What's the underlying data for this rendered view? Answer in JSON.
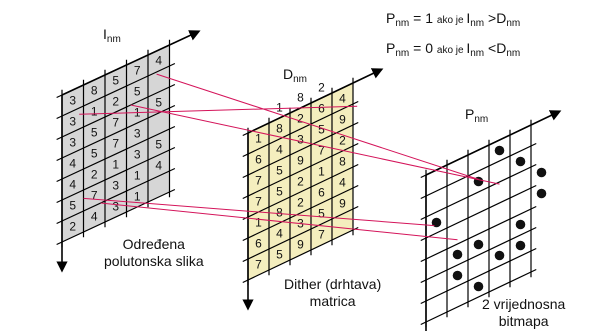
{
  "rule1": {
    "p": "P",
    "p_sub": "nm",
    "eq": " = 1 ",
    "cond": "ako je ",
    "i": "I",
    "i_sub": "nm",
    "op": " >",
    "d": "D",
    "d_sub": "nm"
  },
  "rule2": {
    "p": "P",
    "p_sub": "nm",
    "eq": " = 0 ",
    "cond": "ako je ",
    "i": "I",
    "i_sub": "nm",
    "op": " <",
    "d": "D",
    "d_sub": "nm"
  },
  "labels": {
    "i_main": "I",
    "i_sub": "nm",
    "d_main": "D",
    "d_sub": "nm",
    "p_main": "P",
    "p_sub": "nm"
  },
  "captions": {
    "image_line1": "Određena",
    "image_line2": "polutonska slika",
    "dither_line1": "Dither (drhtava)",
    "dither_line2": "matrica",
    "bitmap_line1": "2 vrijednosna",
    "bitmap_line2": "bitmapa"
  },
  "image_matrix": [
    [
      "3",
      "8",
      "5",
      "7",
      "4"
    ],
    [
      "3",
      "1",
      "2",
      "5",
      ""
    ],
    [
      "3",
      "5",
      "7",
      "1",
      "5"
    ],
    [
      "4",
      "5",
      "7",
      "3",
      ""
    ],
    [
      "4",
      "2",
      "1",
      "3",
      "5"
    ],
    [
      "5",
      "7",
      "3",
      "1",
      "4"
    ],
    [
      "2",
      "4",
      "3",
      "1",
      ""
    ]
  ],
  "dither_matrix": [
    [
      "1",
      "8",
      "2",
      ""
    ],
    [
      "1",
      "8",
      "2",
      "6",
      "4"
    ],
    [
      "6",
      "4",
      "3",
      "5",
      "9"
    ],
    [
      "7",
      "5",
      "9",
      "7",
      "2"
    ],
    [
      "7",
      "5",
      "2",
      "1",
      "8"
    ],
    [
      "1",
      "8",
      "2",
      "6",
      "4"
    ],
    [
      "6",
      "4",
      "3",
      "5",
      "9"
    ],
    [
      "7",
      "5",
      "9",
      "7",
      ""
    ]
  ],
  "colors": {
    "image_fill": "#d6d6d6",
    "dither_fill": "#f4eebe",
    "line": "#000000",
    "connector": "#d4145a",
    "dot": "#111111"
  }
}
